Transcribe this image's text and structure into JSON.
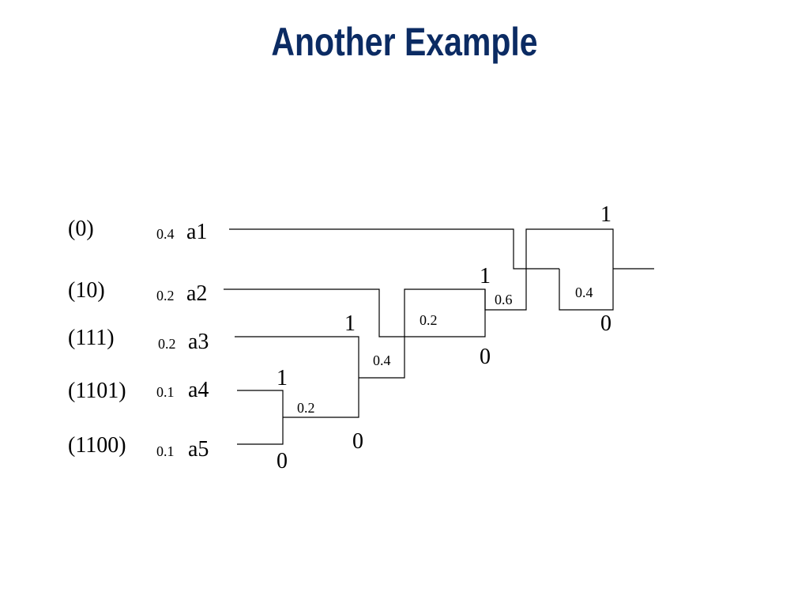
{
  "title": "Another Example",
  "symbols": [
    {
      "code": "(0)",
      "prob": "0.4",
      "name": "a1"
    },
    {
      "code": "(10)",
      "prob": "0.2",
      "name": "a2"
    },
    {
      "code": "(111)",
      "prob": "0.2",
      "name": "a3"
    },
    {
      "code": "(1101)",
      "prob": "0.1",
      "name": "a4"
    },
    {
      "code": "(1100)",
      "prob": "0.1",
      "name": "a5"
    }
  ],
  "merges": [
    {
      "prob": "0.2",
      "upper_bit": "1",
      "lower_bit": "0"
    },
    {
      "prob": "0.4",
      "upper_bit": "1",
      "lower_bit": "0"
    },
    {
      "prob": "0.6",
      "upper_bit": "1",
      "lower_bit": "0"
    },
    {
      "prob": "0.4",
      "upper_bit": "1",
      "lower_bit": "0"
    },
    {
      "prob": "0.2"
    }
  ],
  "colors": {
    "title": "#0b2b63"
  }
}
